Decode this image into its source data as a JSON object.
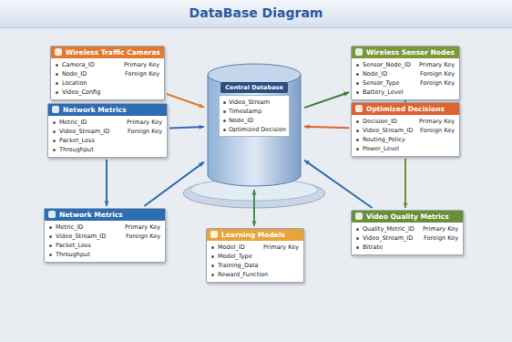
{
  "diagram": {
    "title": "DataBase Diagram",
    "nodes": [
      {
        "text": [
          "Wireless Traffic Cameras",
          "Camera_ID",
          "Primary Key",
          "Node_ID",
          "Foreign Key",
          "Location",
          "Video_Config"
        ]
      },
      {
        "text": [
          "Wireless Sensor Nodes",
          "Sensor_Node_ID",
          "Primary Key",
          "Node_ID",
          "Foreign Key",
          "Sensor_Type",
          "Foreign Key",
          "Battery_Level"
        ]
      },
      {
        "text": [
          "Network Metrics",
          "Metric_ID",
          "Primary Key",
          "Video_Stream_ID",
          "Foreign Key",
          "Packet_Loss",
          "Throughput"
        ]
      },
      {
        "text": [
          "Central Database",
          "Video_Stream",
          "Timestamp",
          "Node_ID",
          "Optimized Decision"
        ]
      },
      {
        "text": [
          "Optimized Decisions",
          "Decision_ID",
          "Primary Key",
          "Video_Stream_ID",
          "Foreign Key",
          "Routing_Policy",
          "Power_Level"
        ]
      },
      {
        "text": [
          "Network Metrics",
          "Metric_ID",
          "Primary Key",
          "Video_Stream_ID",
          "Foreign Key",
          "Packet_Loss",
          "Throughput"
        ]
      },
      {
        "text": [
          "Learning Models",
          "Model_ID",
          "Primary Key",
          "Model_Type",
          "Training_Data",
          "Reward_Function"
        ]
      },
      {
        "text": [
          "Video Quality Metrics",
          "Quality_Metric_ID",
          "Primary Key",
          "Video_Stream_ID",
          "Foreign Key",
          "Bitrate"
        ]
      }
    ],
    "edges": [
      {
        "from": 0,
        "to": 3,
        "arrow": "to"
      },
      {
        "from": 3,
        "to": 1,
        "arrow": "to"
      },
      {
        "from": 1,
        "to": 4,
        "arrow": "to"
      },
      {
        "from": 4,
        "to": 3,
        "arrow": "to"
      },
      {
        "from": 2,
        "to": 3,
        "arrow": "to"
      },
      {
        "from": 2,
        "to": 5,
        "arrow": "to"
      },
      {
        "from": 5,
        "to": 3,
        "arrow": "to"
      },
      {
        "from": 6,
        "to": 3,
        "arrow": "both"
      },
      {
        "from": 4,
        "to": 7,
        "arrow": "to"
      },
      {
        "from": 7,
        "to": 3,
        "arrow": "to"
      }
    ]
  }
}
